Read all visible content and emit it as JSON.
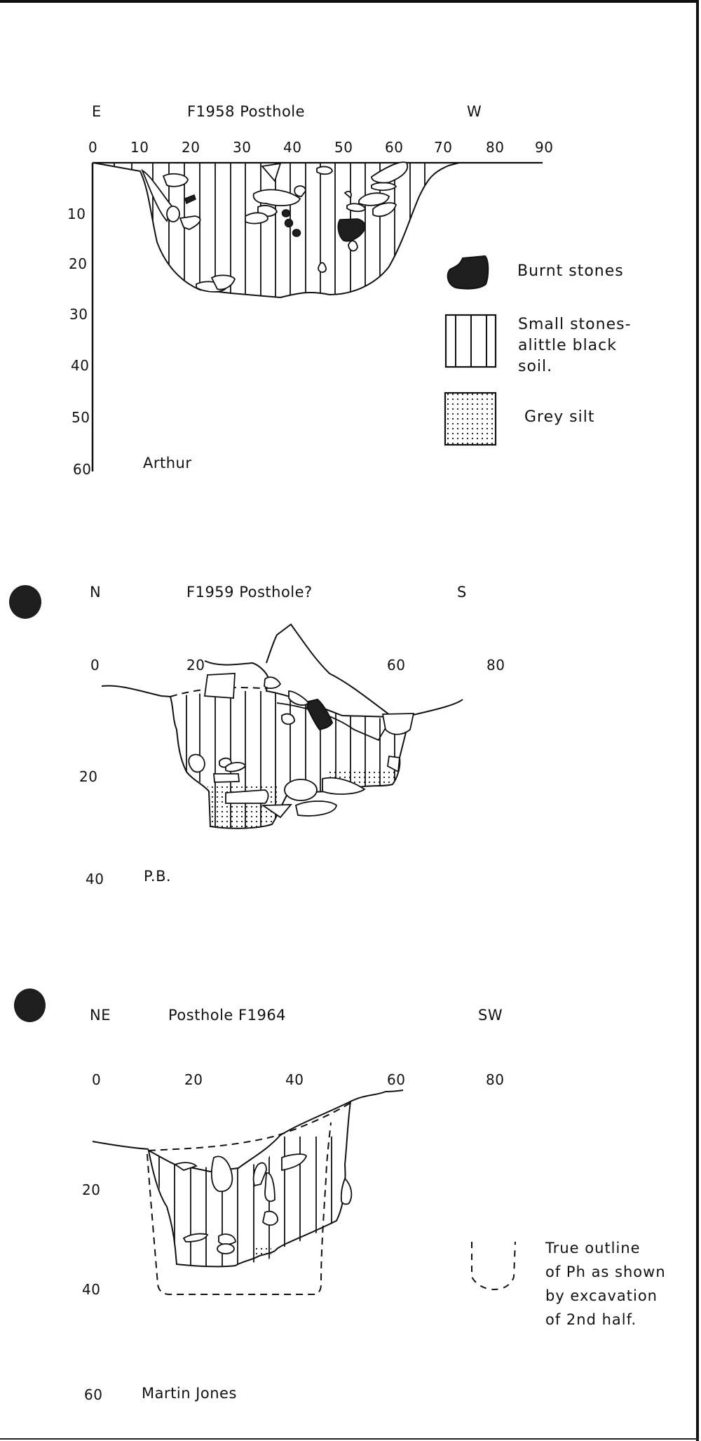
{
  "figures": [
    {
      "id": "f1958",
      "title": "F1958   Posthole",
      "orientation": {
        "left": "E",
        "right": "W"
      },
      "x_ticks": [
        "0",
        "10",
        "20",
        "30",
        "40",
        "50",
        "60",
        "70",
        "80",
        "90"
      ],
      "y_ticks": [
        "10",
        "20",
        "30",
        "40",
        "50",
        "60"
      ],
      "author": "Arthur"
    },
    {
      "id": "f1959",
      "title": "F1959   Posthole?",
      "orientation": {
        "left": "N",
        "right": "S"
      },
      "x_ticks": [
        "0",
        "20",
        "60",
        "80"
      ],
      "y_ticks": [
        "20",
        "40"
      ],
      "author": "P.B."
    },
    {
      "id": "f1964",
      "title": "Posthole  F1964",
      "orientation": {
        "left": "NE",
        "right": "SW"
      },
      "x_ticks": [
        "0",
        "20",
        "40",
        "60",
        "80"
      ],
      "y_ticks": [
        "20",
        "40",
        "60"
      ],
      "author": "Martin Jones"
    }
  ],
  "legend": {
    "items": [
      {
        "symbol": "burnt-stone-fill",
        "label": "Burnt stones"
      },
      {
        "symbol": "vertical-hatch",
        "label": "Small stones-\nalittle black\nsoil."
      },
      {
        "symbol": "dot-stipple",
        "label": "Grey silt"
      }
    ],
    "outline_note": {
      "symbol": "dashed-u-outline",
      "label": "True outline\nof Ph as shown\nby excavation\nof 2nd half."
    }
  },
  "colors": {
    "ink": "#111111",
    "paper": "#ffffff",
    "marker": "#1e1e1e"
  }
}
